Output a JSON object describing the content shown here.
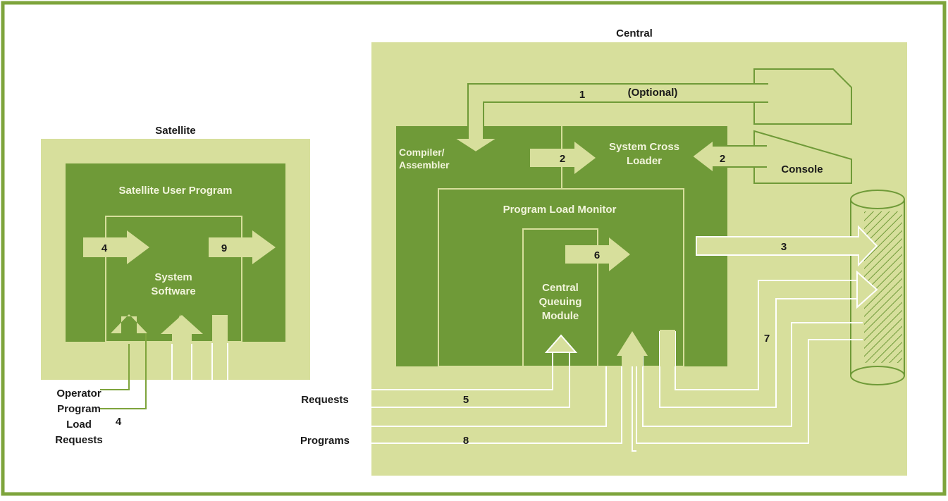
{
  "colors": {
    "border": "#7ea43c",
    "light_fill": "#d7df9c",
    "dark_fill": "#6f9a38",
    "arrow_fill": "#d7df9c",
    "line": "#ffffff",
    "dark_text": "#1a1a1a",
    "light_text": "#f2f4dc"
  },
  "satellite": {
    "title": "Satellite",
    "user_program": "Satellite User Program",
    "system_software_line1": "System",
    "system_software_line2": "Software"
  },
  "central": {
    "title": "Central",
    "compiler_line1": "Compiler/",
    "compiler_line2": "Assembler",
    "cross_loader_line1": "System Cross",
    "cross_loader_line2": "Loader",
    "load_monitor": "Program Load Monitor",
    "queuing_line1": "Central",
    "queuing_line2": "Queuing",
    "queuing_line3": "Module",
    "optional": "(Optional)",
    "console": "Console"
  },
  "operator": {
    "line1": "Operator",
    "line2": "Program",
    "line3": "Load",
    "line4": "Requests"
  },
  "flows": {
    "requests": "Requests",
    "programs": "Programs"
  },
  "steps": {
    "s1": "1",
    "s2a": "2",
    "s2b": "2",
    "s3": "3",
    "s4a": "4",
    "s4b": "4",
    "s5": "5",
    "s6": "6",
    "s7": "7",
    "s8": "8",
    "s9": "9"
  }
}
